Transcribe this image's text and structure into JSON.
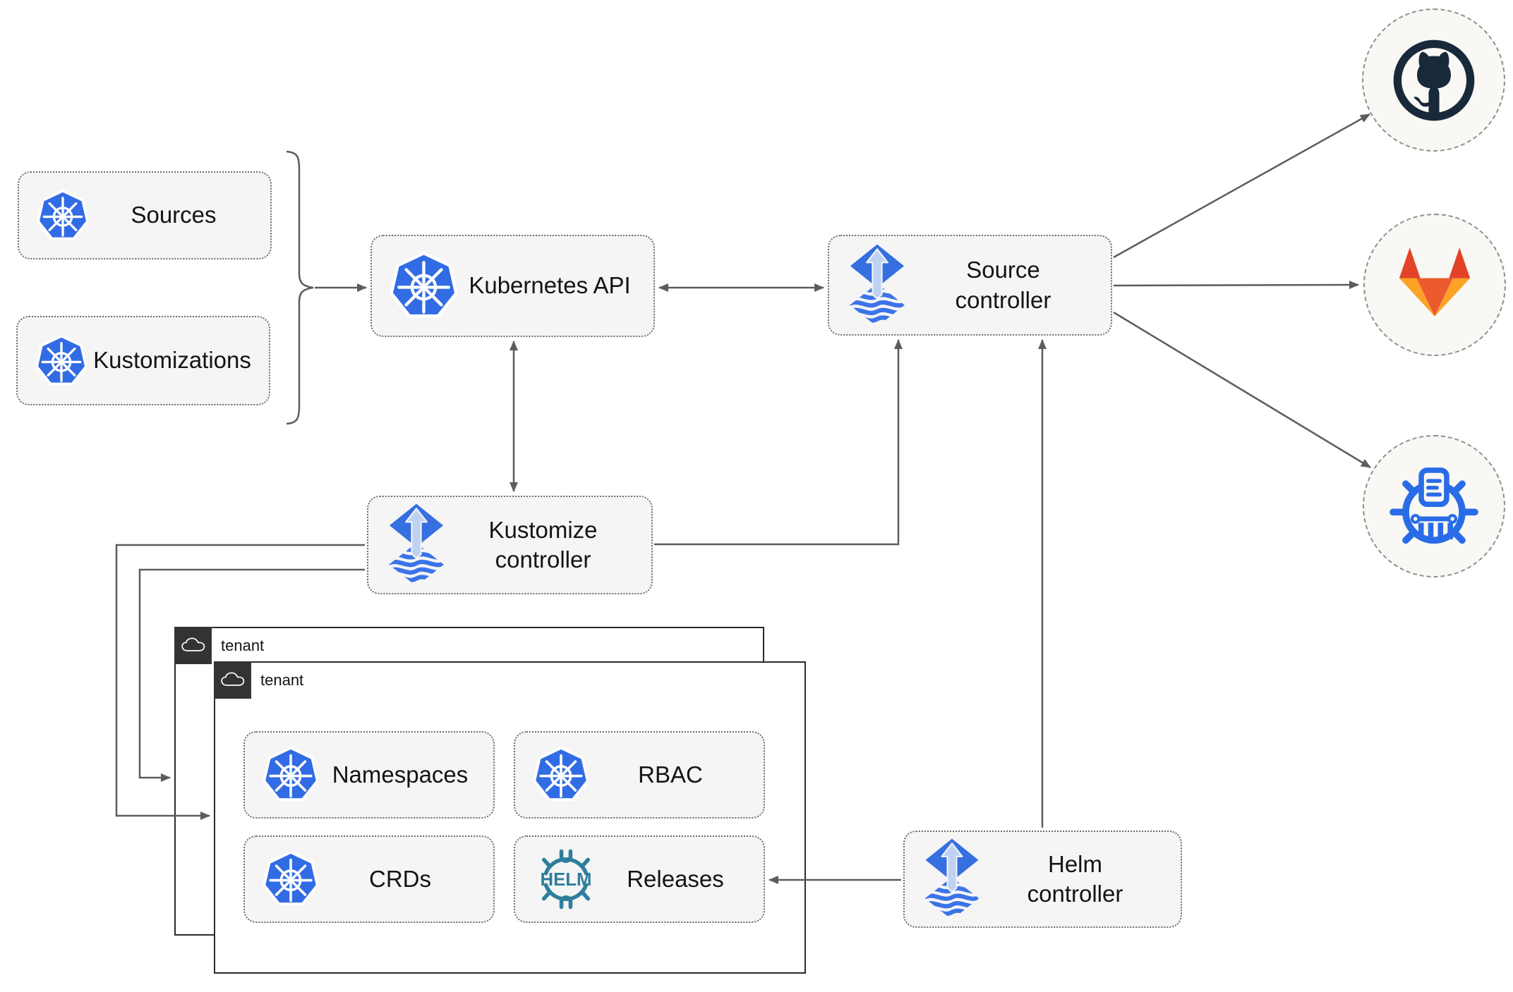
{
  "nodes": {
    "sources": {
      "label": "Sources",
      "icon": "kubernetes-icon"
    },
    "kustomizations": {
      "label": "Kustomizations",
      "icon": "kubernetes-icon"
    },
    "kubernetes_api": {
      "label": "Kubernetes API",
      "icon": "kubernetes-icon"
    },
    "source_controller": {
      "label": "Source controller",
      "icon": "flux-icon"
    },
    "kustomize_controller": {
      "label": "Kustomize controller",
      "icon": "flux-icon"
    },
    "helm_controller": {
      "label": "Helm controller",
      "icon": "flux-icon"
    },
    "namespaces": {
      "label": "Namespaces",
      "icon": "kubernetes-icon"
    },
    "rbac": {
      "label": "RBAC",
      "icon": "kubernetes-icon"
    },
    "crds": {
      "label": "CRDs",
      "icon": "kubernetes-icon"
    },
    "releases": {
      "label": "Releases",
      "icon": "helm-icon"
    }
  },
  "tenants": {
    "back": {
      "label": "tenant",
      "icon": "cloud-icon"
    },
    "front": {
      "label": "tenant",
      "icon": "cloud-icon"
    }
  },
  "remotes": {
    "github": {
      "icon": "github-icon"
    },
    "gitlab": {
      "icon": "gitlab-icon"
    },
    "helm_repository": {
      "icon": "helm-repository-icon"
    }
  },
  "edges": [
    {
      "from": "sources+kustomizations",
      "to": "kubernetes-api",
      "via": "bracket",
      "arrow": "end"
    },
    {
      "from": "kubernetes-api",
      "to": "source-controller",
      "arrow": "both"
    },
    {
      "from": "kubernetes-api",
      "to": "kustomize-controller",
      "arrow": "both"
    },
    {
      "from": "kustomize-controller",
      "to": "source-controller",
      "arrow": "end"
    },
    {
      "from": "helm-controller",
      "to": "source-controller",
      "arrow": "end"
    },
    {
      "from": "helm-controller",
      "to": "releases",
      "arrow": "end"
    },
    {
      "from": "kustomize-controller",
      "to": "tenant-back",
      "arrow": "end"
    },
    {
      "from": "kustomize-controller",
      "to": "tenant-front",
      "arrow": "end"
    },
    {
      "from": "source-controller",
      "to": "github",
      "arrow": "end"
    },
    {
      "from": "source-controller",
      "to": "gitlab",
      "arrow": "end"
    },
    {
      "from": "source-controller",
      "to": "helm-repository",
      "arrow": "end"
    }
  ],
  "colors": {
    "node_fill": "#F5F5F5",
    "node_border": "#6E6E6E",
    "connector": "#5C5C5C",
    "tenant_border": "#2B2B2B",
    "tenant_tab": "#333333",
    "kubernetes_blue": "#326CE5",
    "flux_blue": "#356FE0",
    "flux_light": "#BFD2F3",
    "helm_teal": "#2E7E9C",
    "github_dark": "#18293A",
    "gitlab_red": "#E24329",
    "gitlab_orange": "#EC5B2E",
    "gitlab_amber": "#FCA326",
    "repo_blue": "#2A6CE8"
  }
}
